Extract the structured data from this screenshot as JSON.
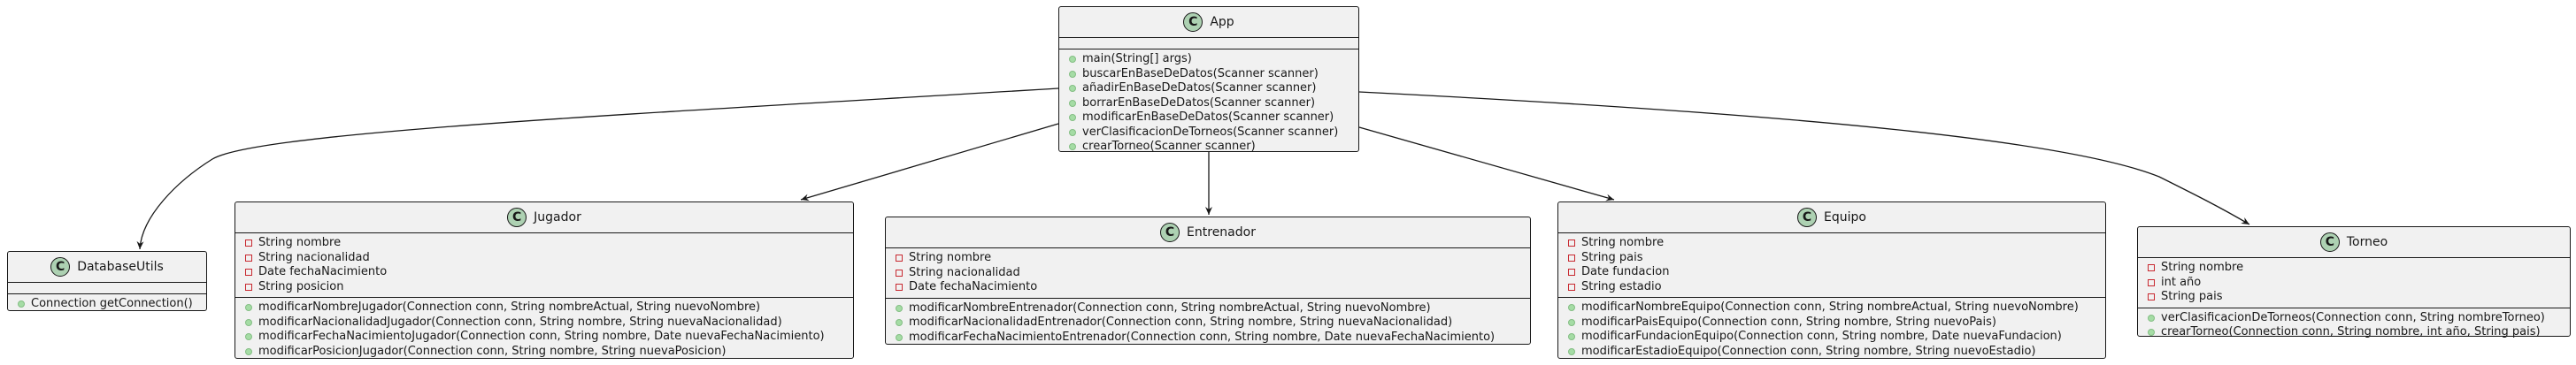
{
  "colors": {
    "class_fill": "#f1f1f1",
    "icon_fill": "#add1b2",
    "border": "#181818",
    "public": "#84be84",
    "private": "#c82930"
  },
  "classes": {
    "app": {
      "name": "App",
      "icon": "C",
      "fields": [],
      "methods": [
        "main(String[] args)",
        "buscarEnBaseDeDatos(Scanner scanner)",
        "añadirEnBaseDeDatos(Scanner scanner)",
        "borrarEnBaseDeDatos(Scanner scanner)",
        "modificarEnBaseDeDatos(Scanner scanner)",
        "verClasificacionDeTorneos(Scanner scanner)",
        "crearTorneo(Scanner scanner)"
      ]
    },
    "databaseutils": {
      "name": "DatabaseUtils",
      "icon": "C",
      "fields": [],
      "methods": [
        "Connection getConnection()"
      ]
    },
    "jugador": {
      "name": "Jugador",
      "icon": "C",
      "fields": [
        "String nombre",
        "String nacionalidad",
        "Date fechaNacimiento",
        "String posicion"
      ],
      "methods": [
        "modificarNombreJugador(Connection conn, String nombreActual, String nuevoNombre)",
        "modificarNacionalidadJugador(Connection conn, String nombre, String nuevaNacionalidad)",
        "modificarFechaNacimientoJugador(Connection conn, String nombre, Date nuevaFechaNacimiento)",
        "modificarPosicionJugador(Connection conn, String nombre, String nuevaPosicion)"
      ]
    },
    "entrenador": {
      "name": "Entrenador",
      "icon": "C",
      "fields": [
        "String nombre",
        "String nacionalidad",
        "Date fechaNacimiento"
      ],
      "methods": [
        "modificarNombreEntrenador(Connection conn, String nombreActual, String nuevoNombre)",
        "modificarNacionalidadEntrenador(Connection conn, String nombre, String nuevaNacionalidad)",
        "modificarFechaNacimientoEntrenador(Connection conn, String nombre, Date nuevaFechaNacimiento)"
      ]
    },
    "equipo": {
      "name": "Equipo",
      "icon": "C",
      "fields": [
        "String nombre",
        "String pais",
        "Date fundacion",
        "String estadio"
      ],
      "methods": [
        "modificarNombreEquipo(Connection conn, String nombreActual, String nuevoNombre)",
        "modificarPaisEquipo(Connection conn, String nombre, String nuevoPais)",
        "modificarFundacionEquipo(Connection conn, String nombre, Date nuevaFundacion)",
        "modificarEstadioEquipo(Connection conn, String nombre, String nuevoEstadio)"
      ]
    },
    "torneo": {
      "name": "Torneo",
      "icon": "C",
      "fields": [
        "String nombre",
        "int año",
        "String pais"
      ],
      "methods": [
        "verClasificacionDeTorneos(Connection conn, String nombreTorneo)",
        "crearTorneo(Connection conn, String nombre, int año, String pais)"
      ]
    }
  },
  "edges": [
    {
      "from": "app",
      "to": "databaseutils"
    },
    {
      "from": "app",
      "to": "jugador"
    },
    {
      "from": "app",
      "to": "entrenador"
    },
    {
      "from": "app",
      "to": "equipo"
    },
    {
      "from": "app",
      "to": "torneo"
    }
  ]
}
